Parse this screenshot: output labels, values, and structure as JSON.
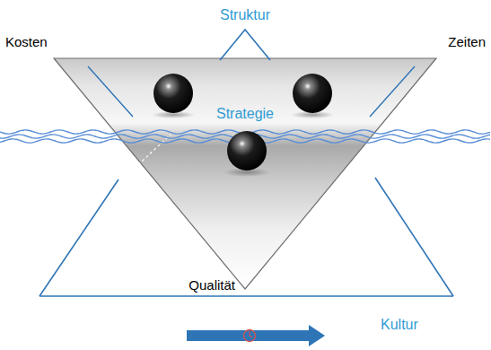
{
  "diagram": {
    "labels": [
      "Struktur",
      "Kosten",
      "Zeiten",
      "Strategie",
      "Qualität",
      "Kultur"
    ]
  }
}
